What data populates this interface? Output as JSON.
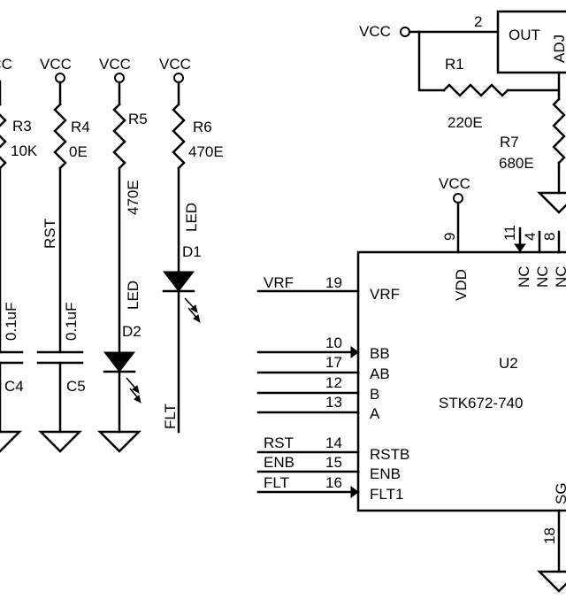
{
  "labels": {
    "vcc": "VCC",
    "r1": "R1",
    "r1_value": "220E",
    "r3": "R3",
    "r3_value": "10K",
    "r4": "R4",
    "r4_value": "0E",
    "r5": "R5",
    "r5_value": "470E",
    "r6": "R6",
    "r6_value": "470E",
    "r7": "R7",
    "r7_value": "680E",
    "c4": "C4",
    "c4_value": "0.1uF",
    "c5": "C5",
    "c5_value": "0.1uF",
    "d1": "D1",
    "d2": "D2",
    "led": "LED",
    "rst_net": "RST",
    "flt_net": "FLT",
    "reg_out": "OUT",
    "reg_adj": "ADJ",
    "reg_pin_out": "2",
    "u2": "U2",
    "u2_part": "STK672-740"
  },
  "pins": [
    {
      "num": "19",
      "name": "VRF",
      "net": "VRF"
    },
    {
      "num": "10",
      "name": "BB",
      "net": ""
    },
    {
      "num": "17",
      "name": "AB",
      "net": ""
    },
    {
      "num": "12",
      "name": "B",
      "net": ""
    },
    {
      "num": "13",
      "name": "A",
      "net": ""
    },
    {
      "num": "14",
      "name": "RSTB",
      "net": "RST"
    },
    {
      "num": "15",
      "name": "ENB",
      "net": "ENB"
    },
    {
      "num": "16",
      "name": "FLT1",
      "net": "FLT"
    }
  ],
  "top_pins": [
    {
      "num": "9",
      "name": "VDD"
    },
    {
      "num": "11",
      "name": "NC"
    },
    {
      "num": "4",
      "name": "NC"
    },
    {
      "num": "8",
      "name": "NC"
    }
  ],
  "bottom_pin": {
    "num": "18",
    "name": "SG"
  }
}
